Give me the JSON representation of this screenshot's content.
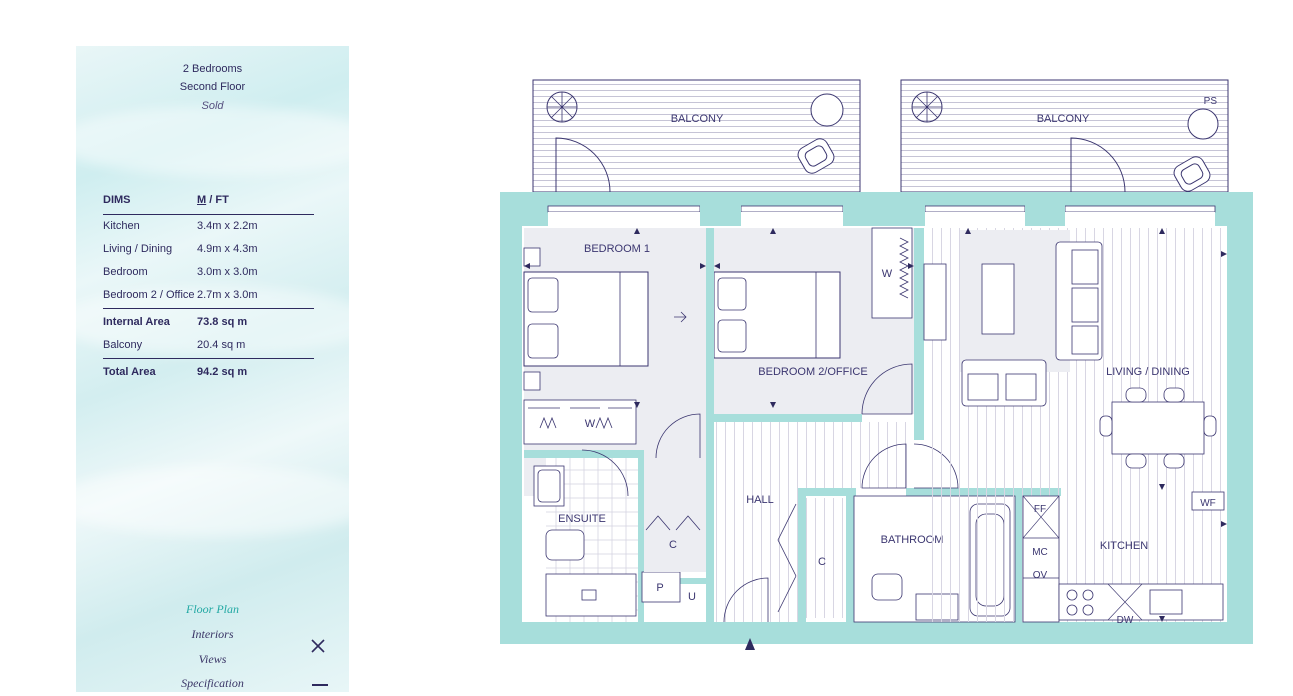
{
  "unit": {
    "bedrooms": "2 Bedrooms",
    "floor": "Second Floor",
    "status": "Sold"
  },
  "dims": {
    "header_label": "DIMS",
    "unit_toggle_m": "M",
    "unit_toggle_sep": " / ",
    "unit_toggle_ft": "FT",
    "rooms": [
      {
        "label": "Kitchen",
        "value": "3.4m x 2.2m"
      },
      {
        "label": "Living / Dining",
        "value": "4.9m x 4.3m"
      },
      {
        "label": "Bedroom",
        "value": "3.0m x 3.0m"
      },
      {
        "label": "Bedroom 2 / Office",
        "value": "2.7m x 3.0m"
      }
    ],
    "internal_area": {
      "label": "Internal Area",
      "value": "73.8 sq m"
    },
    "balcony": {
      "label": "Balcony",
      "value": "20.4 sq m"
    },
    "total_area": {
      "label": "Total Area",
      "value": "94.2 sq m"
    }
  },
  "nav": [
    {
      "label": "Floor Plan",
      "active": true
    },
    {
      "label": "Interiors",
      "active": false
    },
    {
      "label": "Views",
      "active": false
    },
    {
      "label": "Specification",
      "active": false
    }
  ],
  "plan_labels": {
    "balcony_left": "BALCONY",
    "balcony_right": "BALCONY",
    "ps": "PS",
    "bedroom1": "BEDROOM 1",
    "bedroom2": "BEDROOM 2/OFFICE",
    "living": "LIVING / DINING",
    "hall": "HALL",
    "ensuite": "ENSUITE",
    "bathroom": "BATHROOM",
    "kitchen": "KITCHEN",
    "w1": "W",
    "w2": "W",
    "c1": "C",
    "c2": "C",
    "p": "P",
    "u": "U",
    "ff": "FF",
    "mc": "MC",
    "ov": "OV",
    "wf": "WF",
    "dw": "DW"
  },
  "colors": {
    "wall": "#a7dedb",
    "line": "#3b3670",
    "accent": "#23a9a4",
    "room_fill": "#ecedf2"
  }
}
